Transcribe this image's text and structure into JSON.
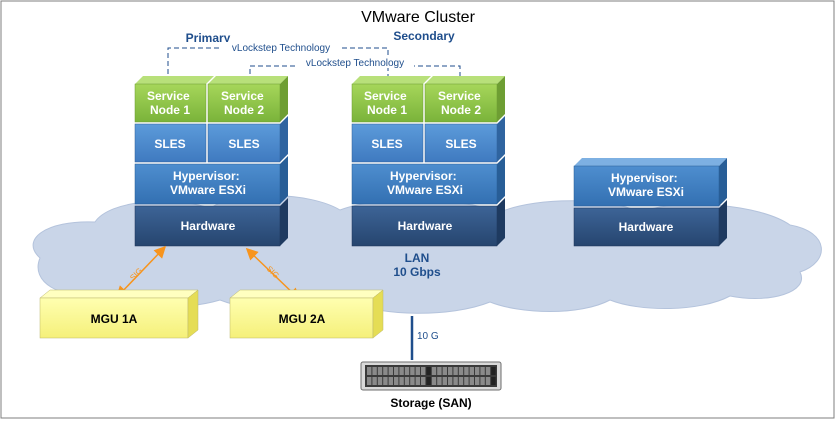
{
  "title": "VMware Cluster",
  "labels": {
    "primary": "Primary",
    "secondary": "Secondary",
    "vlockstep_1": "vLockstep Technology",
    "vlockstep_2": "vLockstep Technology",
    "lan": "LAN",
    "lan_speed": "10 Gbps",
    "storage_link": "10 G",
    "storage": "Storage (SAN)"
  },
  "primary_stack": {
    "service_node_1": "Service\nNode 1",
    "service_node_2": "Service\nNode 2",
    "sles_1": "SLES",
    "sles_2": "SLES",
    "hypervisor": "Hypervisor:\nVMware ESXi",
    "hardware": "Hardware"
  },
  "secondary_stack": {
    "service_node_1": "Service\nNode 1",
    "service_node_2": "Service\nNode 2",
    "sles_1": "SLES",
    "sles_2": "SLES",
    "hypervisor": "Hypervisor:\nVMware ESXi",
    "hardware": "Hardware"
  },
  "third_stack": {
    "hypervisor": "Hypervisor:\nVMware ESXi",
    "hardware": "Hardware"
  },
  "mgus": {
    "mgu_1a": "MGU 1A",
    "mgu_2a": "MGU 2A",
    "link_1": "SIG",
    "link_2": "SIG"
  },
  "colors": {
    "service_node": "#8DC63F",
    "sles": "#4A86C8",
    "hypervisor": "#3D7EBF",
    "hardware": "#2E5281",
    "mgu": "#FFFF99",
    "cloud": "#C9D5E8",
    "label_text": "#1F4E8C",
    "arrow": "#F7941D"
  }
}
